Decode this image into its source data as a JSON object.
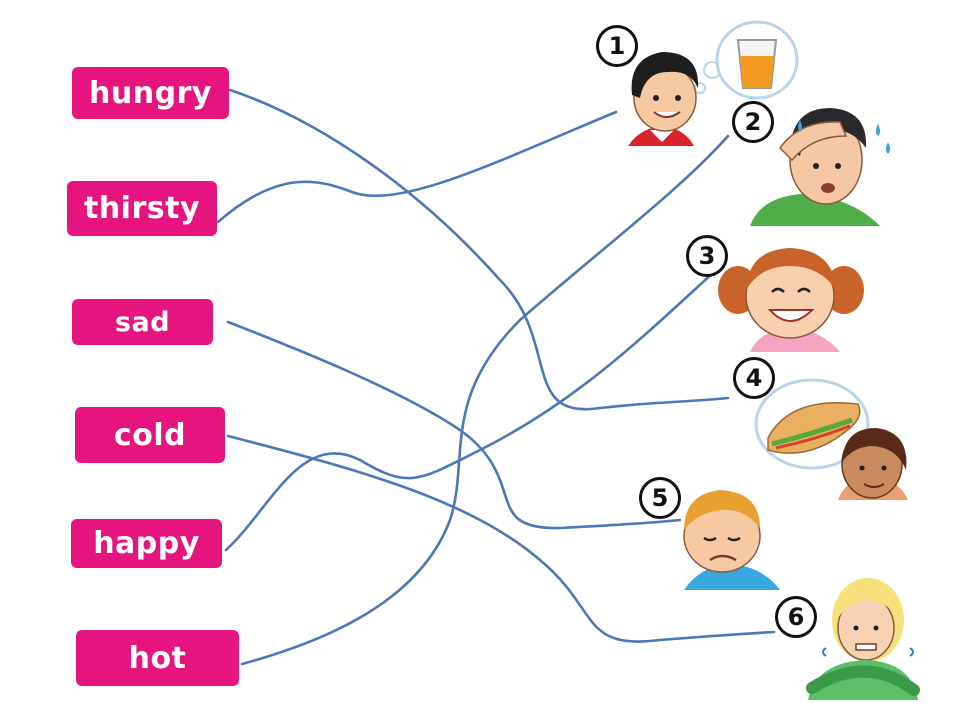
{
  "words": [
    {
      "key": "hungry",
      "label": "hungry"
    },
    {
      "key": "thirsty",
      "label": "thirsty"
    },
    {
      "key": "sad",
      "label": "sad"
    },
    {
      "key": "cold",
      "label": "cold"
    },
    {
      "key": "happy",
      "label": "happy"
    },
    {
      "key": "hot",
      "label": "hot"
    }
  ],
  "pictures": [
    {
      "number": "1",
      "depicts": "boy thinking of a glass of juice"
    },
    {
      "number": "2",
      "depicts": "sweating man wiping forehead"
    },
    {
      "number": "3",
      "depicts": "smiling girl with pigtails"
    },
    {
      "number": "4",
      "depicts": "girl thinking of a sandwich"
    },
    {
      "number": "5",
      "depicts": "sad boy"
    },
    {
      "number": "6",
      "depicts": "shivering blonde girl"
    }
  ],
  "matches": [
    {
      "word": "hungry",
      "picture": "4"
    },
    {
      "word": "thirsty",
      "picture": "1"
    },
    {
      "word": "sad",
      "picture": "5"
    },
    {
      "word": "cold",
      "picture": "6"
    },
    {
      "word": "happy",
      "picture": "3"
    },
    {
      "word": "hot",
      "picture": "2"
    }
  ],
  "colors": {
    "word_background": "#e6147f",
    "word_text": "#ffffff",
    "match_line": "#4a78b8",
    "number_circle": "#111111"
  },
  "icons": [
    "juice-glass-icon",
    "sandwich-icon",
    "sweat-drops-icon",
    "thought-bubble-icon"
  ]
}
